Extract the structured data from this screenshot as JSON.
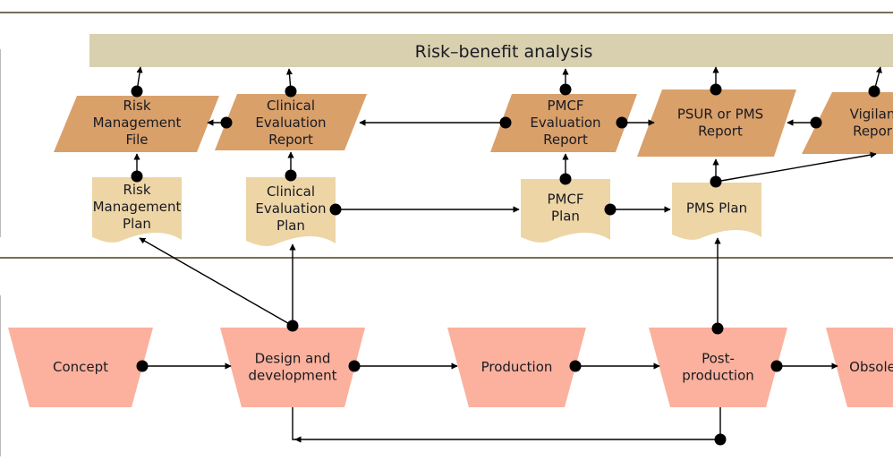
{
  "banner": {
    "label": "Risk–benefit analysis"
  },
  "colors": {
    "banner": "#d8d0ae",
    "report": "#d9a06a",
    "plan": "#edd5a6",
    "phase": "#fbb19d",
    "divider": "#7a6e58"
  },
  "reports": [
    {
      "id": "rmf",
      "lines": [
        "Risk",
        "Management",
        "File"
      ]
    },
    {
      "id": "cer",
      "lines": [
        "Clinical",
        "Evaluation",
        "Report"
      ]
    },
    {
      "id": "pmcf-eval",
      "lines": [
        "PMCF",
        "Evaluation",
        "Report"
      ]
    },
    {
      "id": "psur",
      "lines": [
        "PSUR or PMS",
        "Report"
      ]
    },
    {
      "id": "vigilance",
      "lines": [
        "Vigilan",
        "Repor"
      ]
    }
  ],
  "plans": [
    {
      "id": "rmp",
      "lines": [
        "Risk",
        "Management",
        "Plan"
      ]
    },
    {
      "id": "cep",
      "lines": [
        "Clinical",
        "Evaluation",
        "Plan"
      ]
    },
    {
      "id": "pmcf-plan",
      "lines": [
        "PMCF",
        "Plan"
      ]
    },
    {
      "id": "pms-plan",
      "lines": [
        "PMS Plan"
      ]
    }
  ],
  "phases": [
    {
      "id": "concept",
      "lines": [
        "Concept"
      ]
    },
    {
      "id": "design",
      "lines": [
        "Design and",
        "development"
      ]
    },
    {
      "id": "production",
      "lines": [
        "Production"
      ]
    },
    {
      "id": "post-production",
      "lines": [
        "Post-",
        "production"
      ]
    },
    {
      "id": "obsolete",
      "lines": [
        "Obsole"
      ]
    }
  ]
}
